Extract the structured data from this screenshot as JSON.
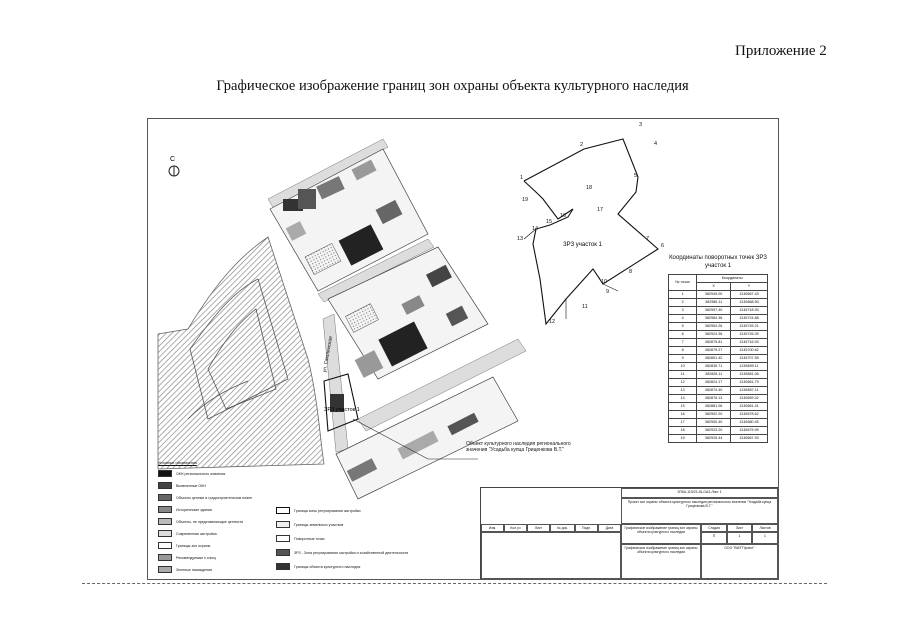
{
  "header": {
    "appendix_label": "Приложение 2",
    "title": "Графическое изображение границ зон охраны объекта культурного наследия"
  },
  "plan": {
    "north_label": "С",
    "zone_label": "ЗРЗ участок 1",
    "zone_label_south": "ЗРЗ участок 1",
    "street_label": "ул. Смоленская",
    "object_note": "Объект культурного наследия регионального значения \"Усадьба купца Гриценкова В.Т.\"",
    "point_numbers": [
      "1",
      "2",
      "3",
      "4",
      "5",
      "6",
      "7",
      "8",
      "9",
      "10",
      "11",
      "12",
      "13",
      "14",
      "15",
      "16",
      "17",
      "18",
      "19"
    ]
  },
  "coordinates": {
    "title": "Координаты поворотных точек ЗРЗ участок 1",
    "col_num": "№ точки",
    "col_coords": "Координаты",
    "col_x": "X",
    "col_y": "Y",
    "rows": [
      [
        "1",
        "382949.00",
        "1245667.43"
      ],
      [
        "2",
        "382989.11",
        "1245668.50"
      ],
      [
        "3",
        "382997.40",
        "1245718.93"
      ],
      [
        "4",
        "382984.38",
        "1245724.88"
      ],
      [
        "5",
        "382954.26",
        "1245745.21"
      ],
      [
        "6",
        "382924.38",
        "1245726.39"
      ],
      [
        "7",
        "382875.81",
        "1245716.93"
      ],
      [
        "8",
        "382879.27",
        "1245700.62"
      ],
      [
        "9",
        "382851.42",
        "1245707.55"
      ],
      [
        "10",
        "382830.71",
        "1245699.11"
      ],
      [
        "11",
        "382826.11",
        "1245681.06"
      ],
      [
        "12",
        "382824.17",
        "1245661.79"
      ],
      [
        "13",
        "382874.40",
        "1245657.11"
      ],
      [
        "14",
        "382876.13",
        "1245659.32"
      ],
      [
        "15",
        "382881.06",
        "1245661.41"
      ],
      [
        "16",
        "382902.20",
        "1245678.62"
      ],
      [
        "17",
        "382900.40",
        "1245680.45"
      ],
      [
        "18",
        "382923.20",
        "1245675.99"
      ],
      [
        "19",
        "382925.44",
        "1245667.93"
      ]
    ]
  },
  "legend": {
    "title": "Условные обозначения",
    "items": [
      "ОКН регионального значения",
      "Выявленные ОКН",
      "Объекты ценные в градостроительном плане",
      "Исторические здания",
      "Объекты, не представляющие ценности",
      "Современная застройка",
      "Границы зон охраны",
      "Рекомендуемые к сносу",
      "Зеленые насаждения"
    ]
  },
  "legend2": {
    "items": [
      "Граница зоны регулирования застройки",
      "Границы земельных участков",
      "Поворотные точки",
      "ЗРЗ - Зона регулирования застройки и хозяйственной деятельности",
      "Границы объекта культурного наследия"
    ]
  },
  "stamp": {
    "code": "ЗПКА-119/23-26-ОАЗ-Лист 1",
    "project_text": "Проект зон охраны объекта культурного наследия регионального значения \"Усадьба купца Гриценкова В.Т.\"",
    "sheet_title": "Графическое изображение границ зон охраны объекта культурного наследия",
    "stage_label": "Стадия",
    "sheet_label": "Лист",
    "sheets_label": "Листов",
    "stage_value": "П",
    "sheet_value": "1",
    "sheets_value": "1",
    "org": "ООО \"ВИЗ\"Проект\"",
    "roles": [
      "Изм.",
      "Кол.уч",
      "Лист",
      "№ док.",
      "Подп.",
      "Дата"
    ]
  }
}
